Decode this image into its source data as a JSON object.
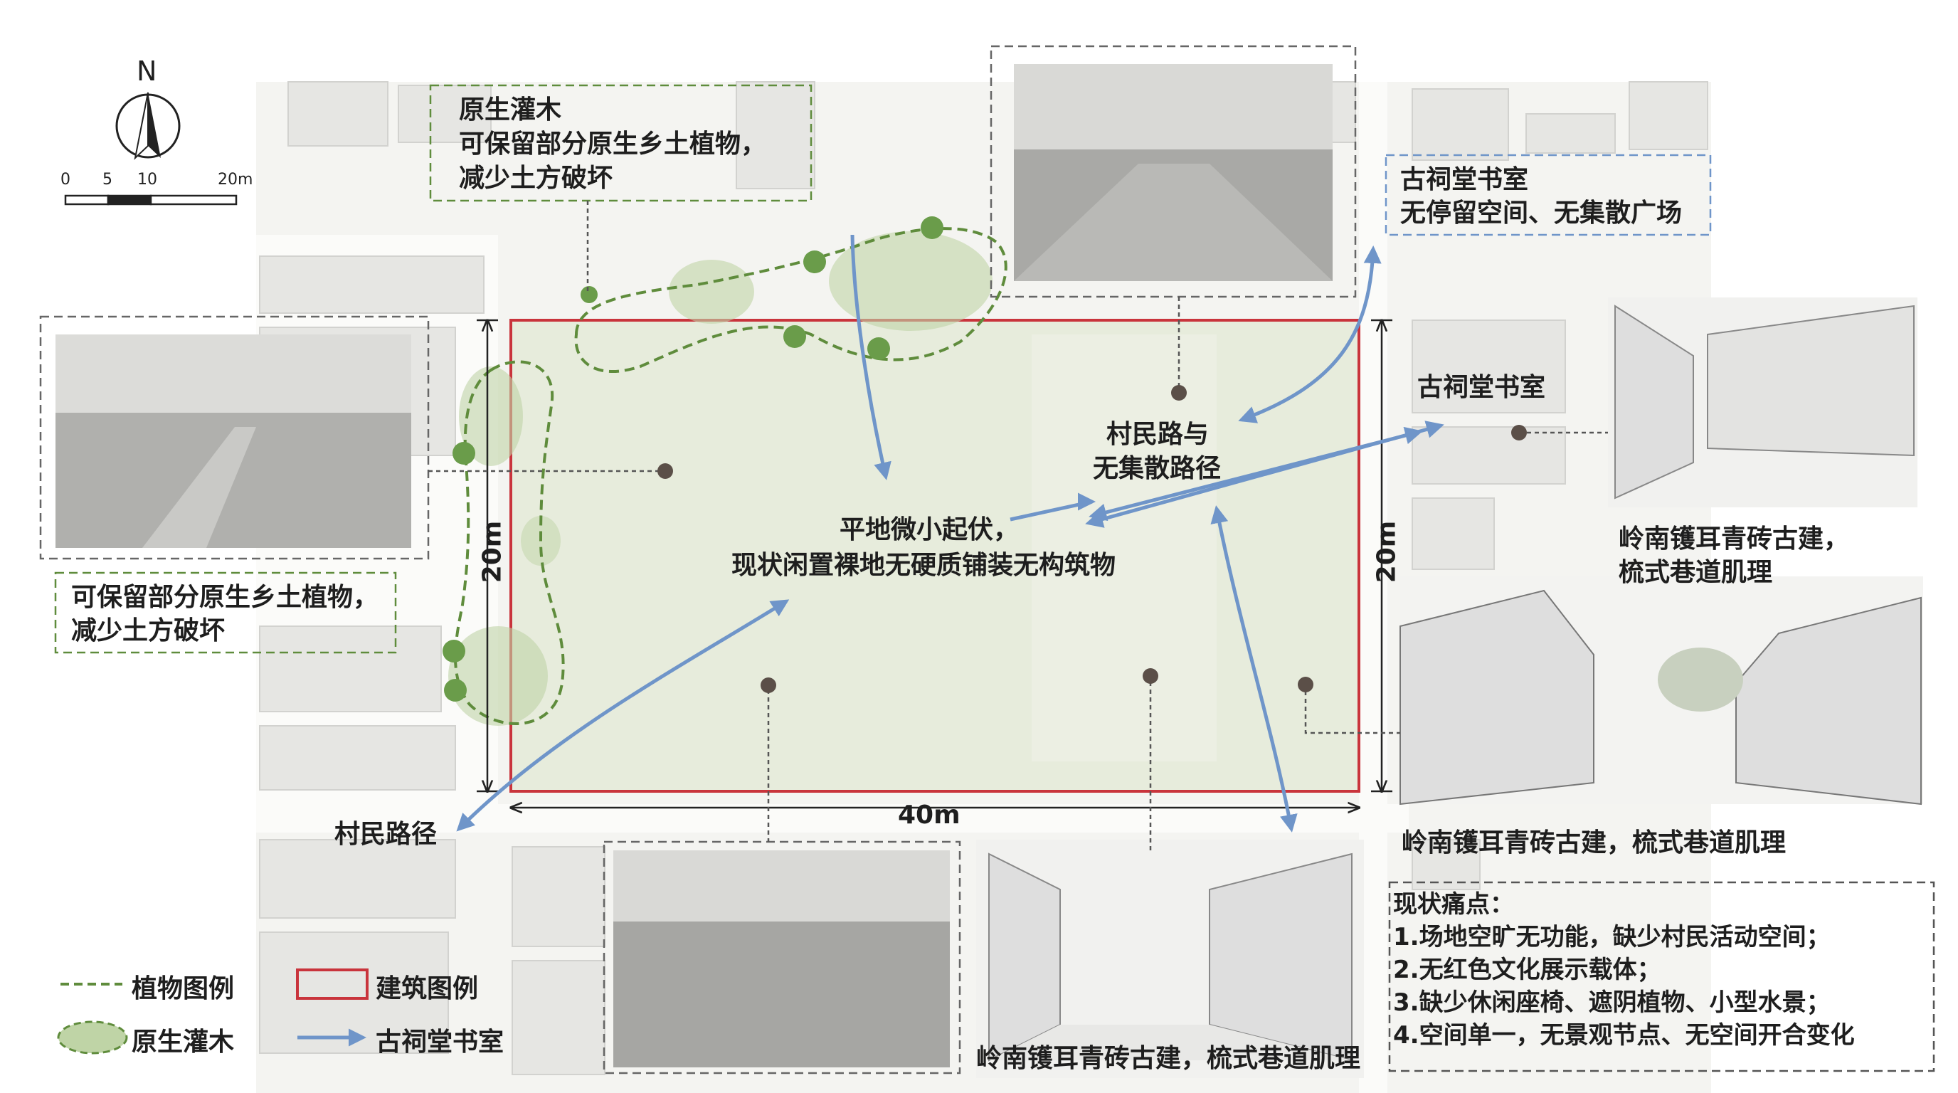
{
  "north_label": "N",
  "scale_bar": {
    "ticks": [
      "0",
      "5",
      "10",
      "20m"
    ]
  },
  "site": {
    "center_label": [
      "平地微小起伏，",
      "现状闲置裸地无硬质铺装无构筑物"
    ],
    "width_label": "40m",
    "height_label_left": "20m",
    "height_label_right": "20m"
  },
  "annotations": {
    "shrub_top": [
      "原生灌木",
      "可保留部分原生乡土植物，",
      "减少土方破坏"
    ],
    "shrub_left": [
      "可保留部分原生乡土植物，",
      "减少土方破坏"
    ],
    "ancestral_hall_top": [
      "古祠堂书室",
      "无停留空间、无集散广场"
    ],
    "ancestral_hall_right": "古祠堂书室",
    "villager_road_gather": [
      "村民路与",
      "无集散路径"
    ],
    "villager_road": "村民路径",
    "lingnan_right_top": [
      "岭南镬耳青砖古建，",
      "梳式巷道肌理"
    ],
    "lingnan_right_bottom": "岭南镬耳青砖古建，梳式巷道肌理",
    "lingnan_bottom": "岭南镬耳青砖古建，梳式巷道肌理"
  },
  "pain_points": {
    "title": "现状痛点：",
    "items": [
      "1.场地空旷无功能，缺少村民活动空间；",
      "2.无红色文化展示载体；",
      "3.缺少休闲座椅、遮阴植物、小型水景；",
      "4.空间单一，无景观节点、无空间开合变化"
    ]
  },
  "legend": [
    {
      "label": "植物图例",
      "icon": "dashed-green-line"
    },
    {
      "label": "原生灌木",
      "icon": "shrub-blob"
    },
    {
      "label": "建筑图例",
      "icon": "red-rectangle"
    },
    {
      "label": "古祠堂书室",
      "icon": "blue-arrow"
    }
  ],
  "colors": {
    "site_outline": "#c9343c",
    "path_arrow": "#6f95c9",
    "vegetation_line": "#5f8c3c",
    "shrub_fill": "#bfd4a6",
    "building_fill": "#e6e6e3",
    "map_bg": "#f4f4f1",
    "site_fill": "#e7ecdc",
    "dot": "#5b4f48"
  }
}
